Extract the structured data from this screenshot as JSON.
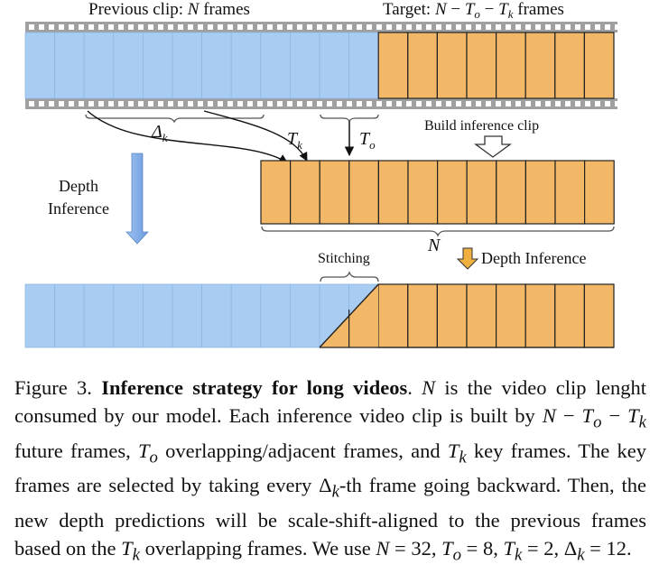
{
  "labels": {
    "previous_clip": "Previous clip: N frames",
    "target": "Target: N − To − Tk frames",
    "delta_k": "Δk",
    "t_k": "Tk",
    "t_o": "To",
    "build_clip": "Build inference clip",
    "depth_inference_left_line1": "Depth",
    "depth_inference_left_line2": "Inference",
    "n_brace": "N",
    "stitching": "Stitching",
    "depth_inference_right": "Depth Inference"
  },
  "colors": {
    "prev_frame": "#a9cdf2",
    "target_frame": "#f2b867",
    "film": "#a0a0a0",
    "arrow_blue": "#7aaae6",
    "arrow_orange": "#f0b040"
  },
  "caption": {
    "fig_label": "Figure 3.",
    "title": "Inference strategy for long videos",
    "text": ". N is the video clip lenght consumed by our model. Each inference video clip is built by N − To − Tk future frames, To overlapping/adjacent frames, and Tk key frames. The key frames are selected by taking every Δk-th frame going backward. Then, the new depth predictions will be scale-shift-aligned to the previous frames based on the Tk overlapping frames. We use N = 32, To = 8, Tk = 2, Δk = 12."
  }
}
